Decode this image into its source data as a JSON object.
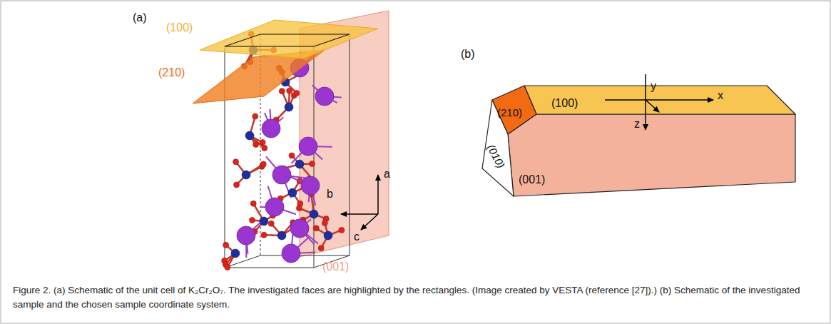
{
  "diagram": {
    "caption": "Figure 2. (a) Schematic of the unit cell of K₂Cr₂O₇. The investigated faces are highlighted by the rectangles. (Image created by VESTA (reference [27]).) (b) Schematic of the investigated sample and the chosen sample coordinate system.",
    "labels": [
      "(a)",
      "(100)",
      "(210)",
      "(001)",
      "a",
      "b",
      "c",
      "(b)",
      "(100)",
      "(210)",
      "(010)",
      "(001)",
      "x",
      "y",
      "z"
    ]
  }
}
